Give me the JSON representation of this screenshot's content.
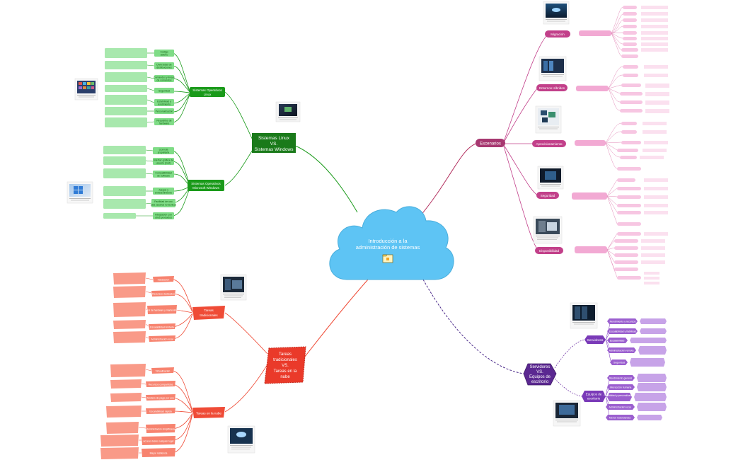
{
  "center": {
    "title_line1": "Introducción a la",
    "title_line2": "administración de sistemas",
    "icon": "folder-icon",
    "color": "#5ec4f4"
  },
  "colors": {
    "green": "#1a9a1a",
    "green_light": "#7fdc86",
    "magenta": "#c2408a",
    "magenta_light": "#f2a9d3",
    "red": "#ef4b36",
    "red_light": "#f7836f",
    "purple": "#6a2ca2",
    "purple_light": "#9b5fcf",
    "connector": "#2e8b2e"
  },
  "linux_windows": {
    "title_line1": "Sistemas Linux",
    "title_line2": "VS.",
    "title_line3": "Sistemas Windows",
    "linux": {
      "label_line1": "Sistemas Operativos",
      "label_line2": "Linux",
      "items": [
        {
          "label_line1": "Código",
          "label_line2": "abierto"
        },
        {
          "label_line1": "Diversidad de",
          "label_line2": "distribuciones"
        },
        {
          "label_line1": "Comandos y líneas",
          "label_line2": "de comandos"
        },
        {
          "label_line1": "Seguridad",
          "label_line2": ""
        },
        {
          "label_line1": "Estabilidad y",
          "label_line2": "rendimiento"
        },
        {
          "label_line1": "Personalización",
          "label_line2": ""
        },
        {
          "label_line1": "Requisitos de",
          "label_line2": "hardware"
        }
      ]
    },
    "windows": {
      "label_line1": "Sistemas Operativos",
      "label_line2": "Microsoft Windows",
      "items": [
        {
          "label_line1": "Licencia",
          "label_line2": "propietaria"
        },
        {
          "label_line1": "Interfaz gráfica de",
          "label_line2": "usuario (GUI)"
        },
        {
          "label_line1": "Compatibilidad",
          "label_line2": "de software"
        },
        {
          "label_line1": "Juegos y",
          "label_line2": "entretenimiento"
        },
        {
          "label_line1": "Facilidad de uso",
          "label_line2": "para usuarios no técnicos"
        },
        {
          "label_line1": "Integración con",
          "label_line2": "otros productos"
        }
      ]
    }
  },
  "scenarios": {
    "title": "Escenarios",
    "items": [
      "Migración",
      "Entornos Híbridos",
      "Aprovisionamiento",
      "Seguridad",
      "Disponibilidad"
    ]
  },
  "tasks": {
    "title_line1": "Tareas",
    "title_line2": "tradicionales",
    "title_line3": "VS.",
    "title_line4": "Tareas en la",
    "title_line5": "nube",
    "traditional": {
      "label_line1": "Tareas",
      "label_line2": "tradicionales",
      "items": [
        "Instalación",
        "Recursos dedicados",
        "Control de hardware y mantenimiento",
        "Escalabilidad limitada",
        "Administración local"
      ]
    },
    "cloud": {
      "label": "Tareas en la nube",
      "items": [
        "Virtualización",
        "Recursos compartidos",
        "Modelo de pago por uso",
        "Escalabilidad rápida",
        "Administración simplificada",
        "Acceso desde cualquier lugar",
        "Mayor resiliencia"
      ]
    }
  },
  "servers": {
    "title_line1": "Servidores",
    "title_line2": "VS.",
    "title_line3": "Equipos de",
    "title_line4": "escritorio",
    "servers_node": {
      "label": "Servidores",
      "items": [
        "Rendimiento y recursos",
        "Escalabilidad y fiabilidad",
        "Escalabilidad",
        "Administración remota",
        "Seguridad"
      ]
    },
    "desktop_node": {
      "label_line1": "Equipos de",
      "label_line2": "escritorio",
      "items": [
        "Rendimiento general",
        "Interacción humana",
        "Flexibilidad y personalización",
        "Administración local",
        "Menor redundancia"
      ]
    }
  }
}
